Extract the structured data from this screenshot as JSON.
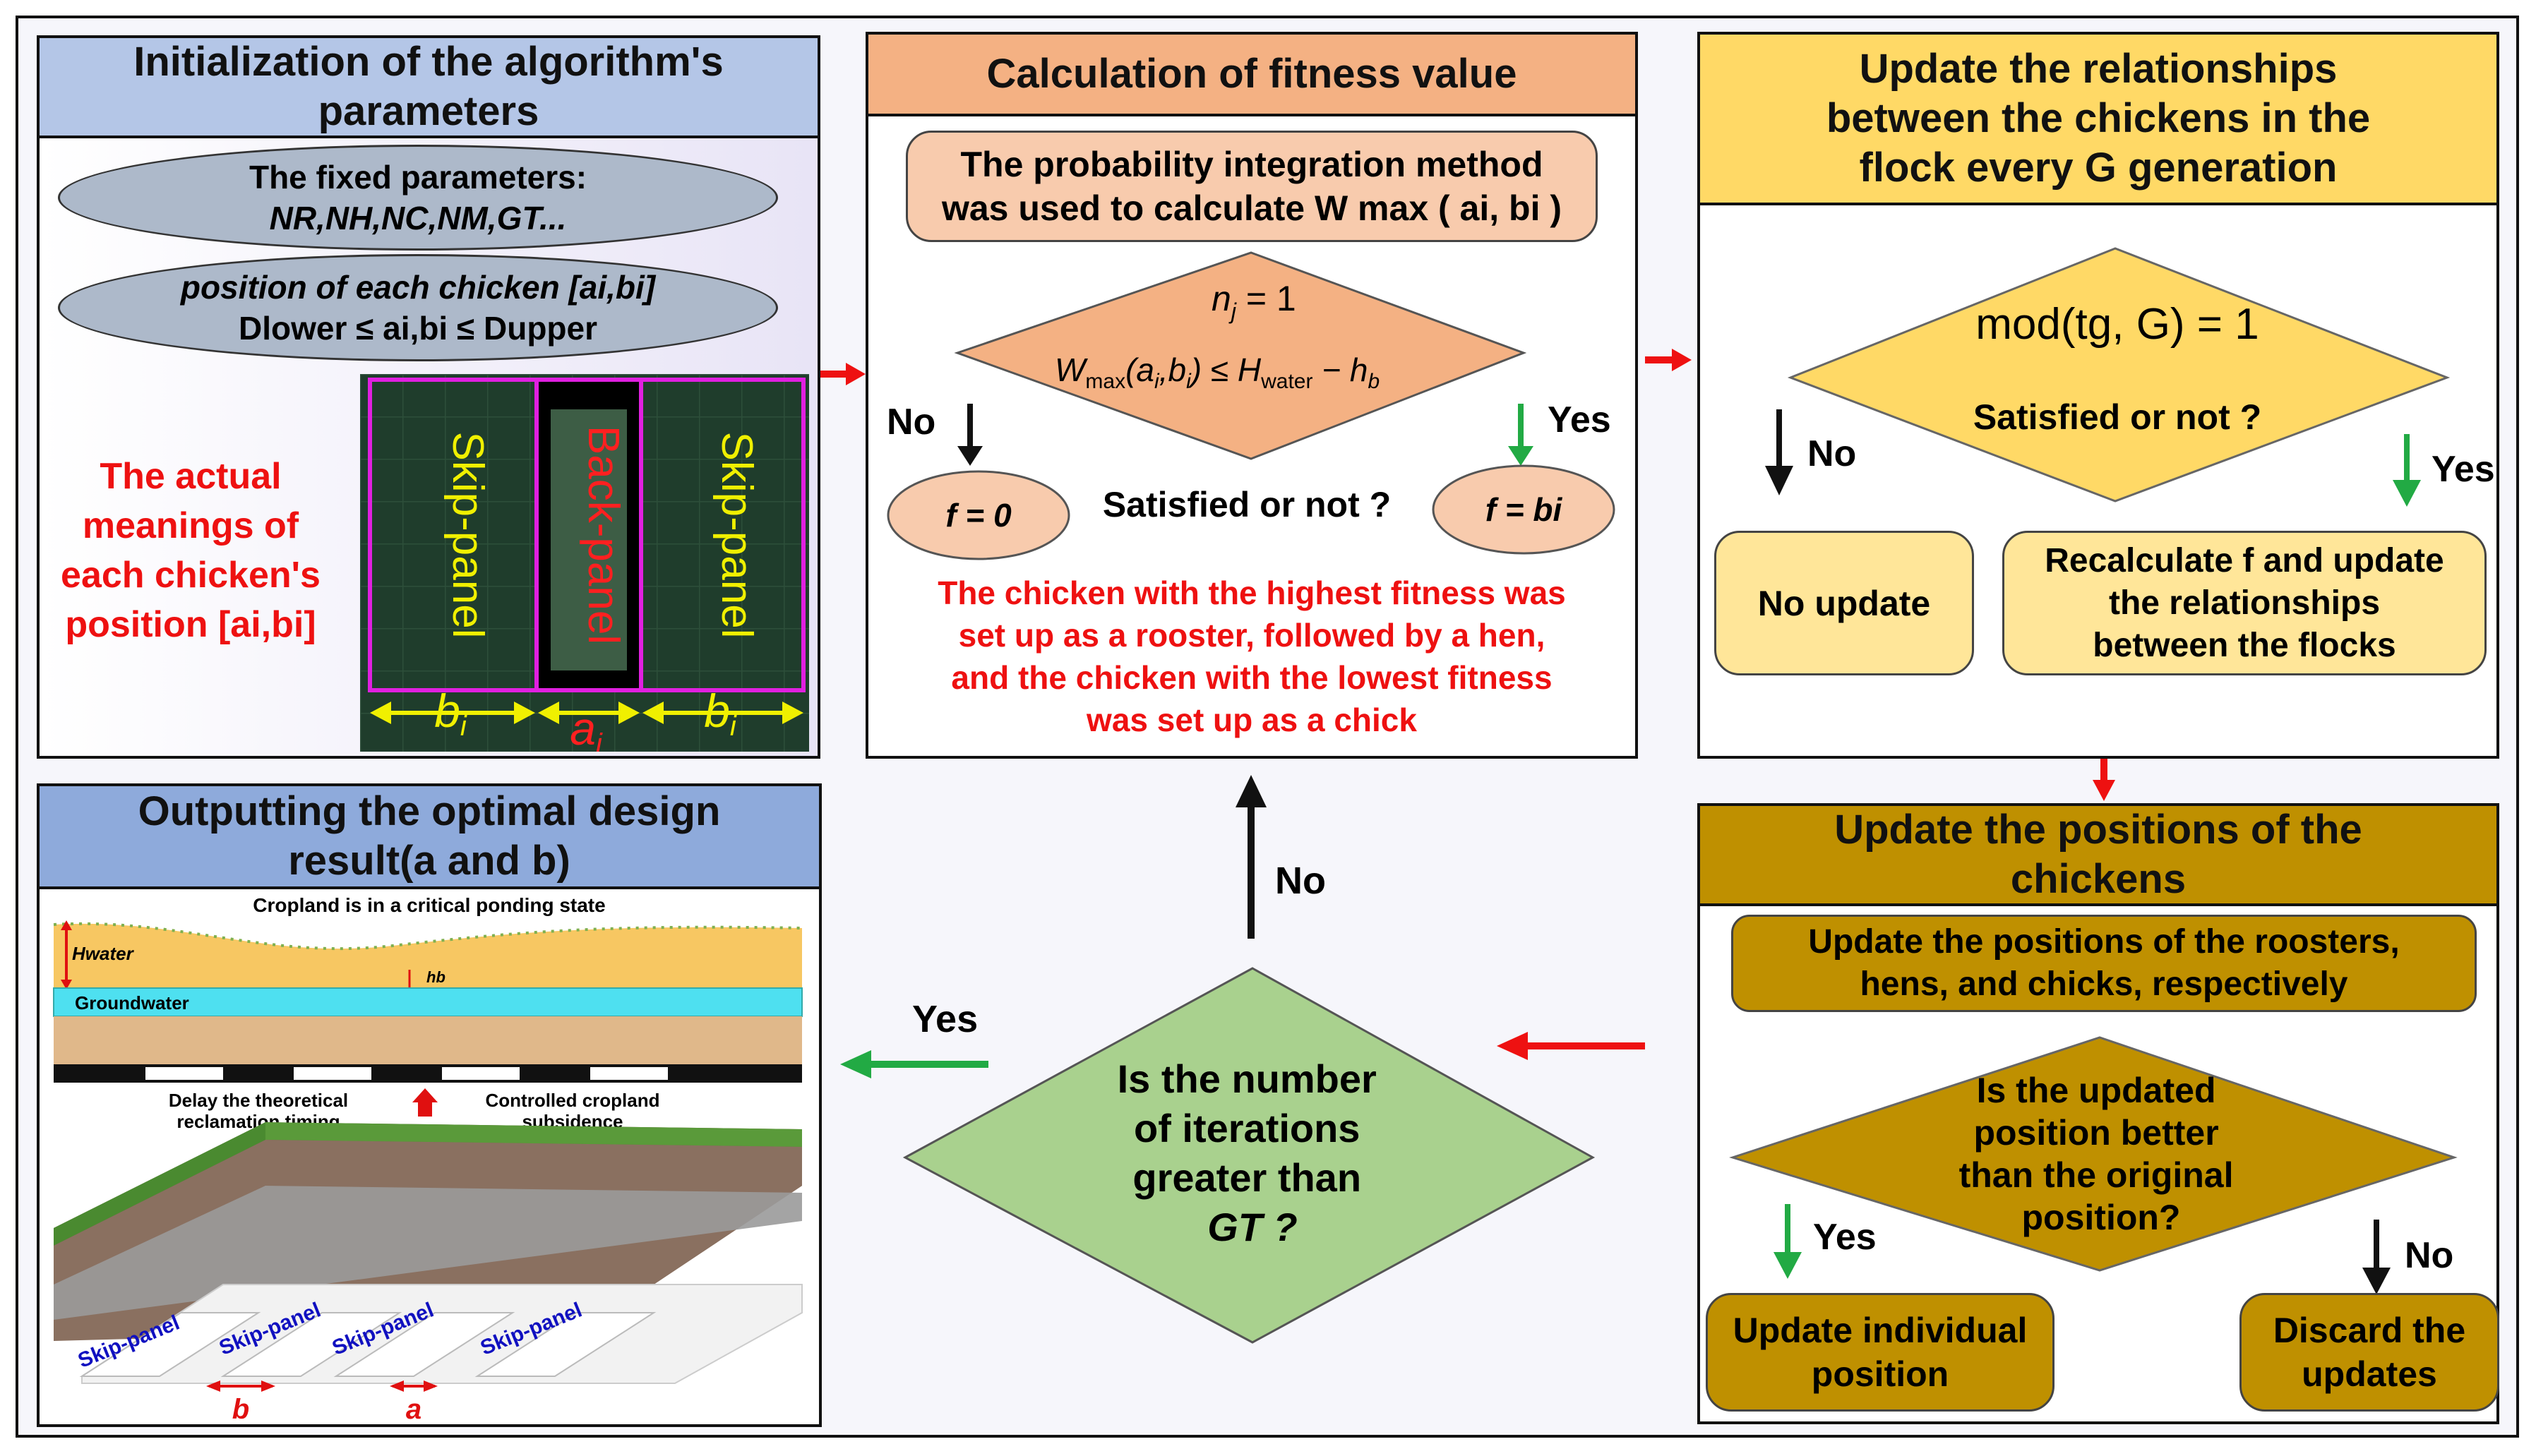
{
  "init_panel": {
    "title": "Initialization of the algorithm's parameters",
    "fixed_params_label": "The fixed parameters:",
    "fixed_params_list": "NR,NH,NC,NM,GT...",
    "position_label": "position of each chicken [ai,bi]",
    "position_bounds": "Dlower ≤ ai,bi ≤ Dupper",
    "meaning_text": [
      "The actual",
      "meanings of",
      "each chicken's",
      "position [ai,bi]"
    ],
    "panel_labels": [
      "Skip-panel",
      "Back-panel",
      "Skip-panel"
    ],
    "width_labels": [
      "b",
      "a",
      "b"
    ],
    "width_subscript": "i"
  },
  "fitness_panel": {
    "title": "Calculation of fitness value",
    "method_text": [
      "The probability integration method",
      "was used to calculate W max ( ai, bi )"
    ],
    "cond_nj": "n",
    "cond_nj_sub": "j",
    "cond_nj_rhs": "= 1",
    "cond_w": "W",
    "cond_w_sub": "max",
    "cond_w_mid": "(a",
    "cond_w_sub_i": "i",
    "cond_w_mid2": ",b",
    "cond_w_end": ") ≤ H",
    "cond_h_sub": "water",
    "cond_minus": "− h",
    "cond_hb_sub": "b",
    "no_label": "No",
    "yes_label": "Yes",
    "no_result": "f = 0",
    "yes_result": "f = bi",
    "question": "Satisfied or not ?",
    "rule_text": [
      "The chicken with the highest fitness was",
      "set up as a rooster, followed by a hen,",
      "and the chicken with the lowest fitness",
      "was set up as a chick"
    ]
  },
  "relation_panel": {
    "title": [
      "Update the relationships",
      "between the chickens in the",
      "flock every G generation"
    ],
    "condition": "mod(tg, G) = 1",
    "question": "Satisfied or not ?",
    "no_label": "No",
    "yes_label": "Yes",
    "no_box": "No update",
    "yes_box": [
      "Recalculate f and update",
      "the relationships",
      "between the flocks"
    ]
  },
  "position_panel": {
    "title": [
      "Update the positions of the",
      "chickens"
    ],
    "update_box": [
      "Update the positions of the roosters,",
      "hens, and chicks, respectively"
    ],
    "question": [
      "Is the updated",
      "position better",
      "than the original",
      "position?"
    ],
    "yes_label": "Yes",
    "no_label": "No",
    "yes_box": [
      "Update individual",
      "position"
    ],
    "no_box": [
      "Discard the",
      "updates"
    ]
  },
  "iteration": {
    "question": [
      "Is the number",
      "of iterations",
      "greater than",
      "GT ?"
    ],
    "no_label": "No",
    "yes_label": "Yes"
  },
  "output_panel": {
    "title": [
      "Outputting the optimal design",
      "result(a and b)"
    ],
    "cropland_caption": "Cropland is in a critical ponding state",
    "hwater_label": "Hwater",
    "hb_label": "hb",
    "groundwater_label": "Groundwater",
    "delay_label": [
      "Delay the theoretical",
      "reclamation timing"
    ],
    "controlled_label": [
      "Controlled cropland",
      "subsidence"
    ],
    "skip_labels": [
      "Skip-panel",
      "Skip-panel",
      "Skip-panel",
      "Skip-panel"
    ],
    "b_label": "b",
    "a_label": "a"
  },
  "colors": {
    "init_header": "#b4c6e7",
    "fitness_header": "#f4b183",
    "relation_header": "#ffd966",
    "position_header": "#bf9000",
    "output_header": "#8eaadb",
    "iteration_diamond": "#a9d18e",
    "relation_box": "#ffe699",
    "arrow_red": "#ee1111",
    "arrow_green": "#22aa44",
    "text_red": "#ee1111"
  }
}
